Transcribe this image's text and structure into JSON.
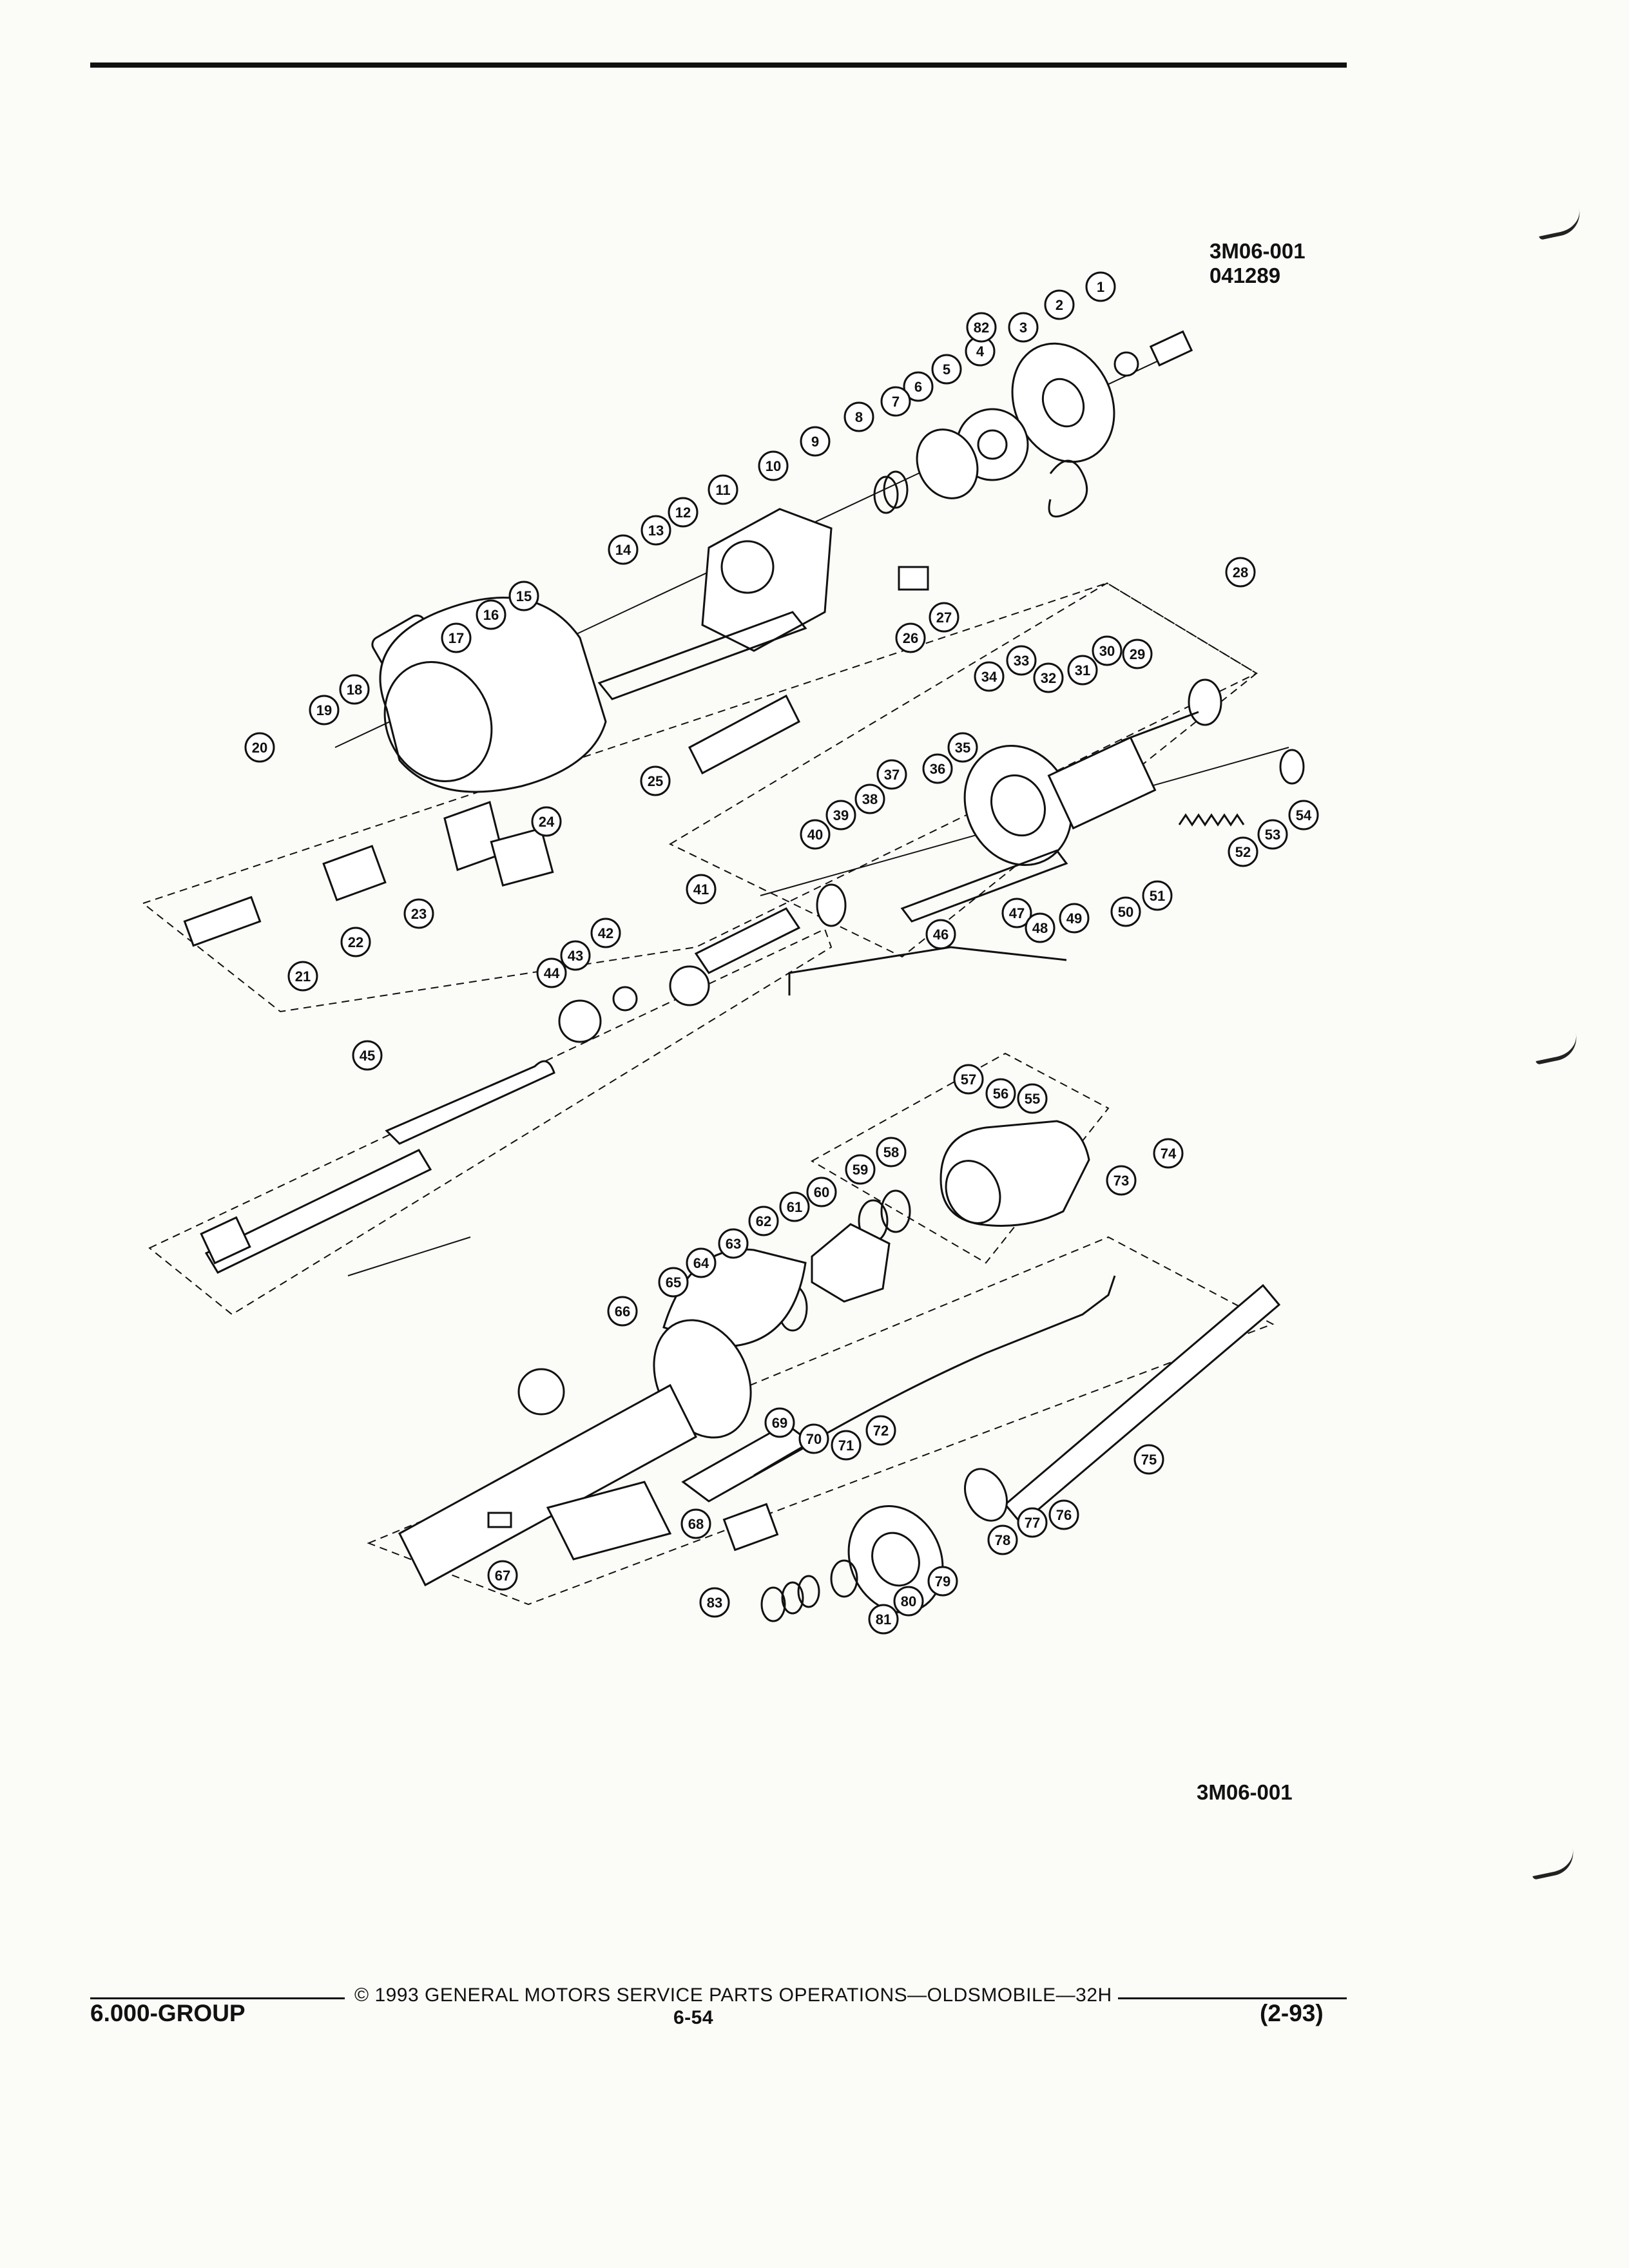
{
  "figure": {
    "code_top": "3M06-001",
    "date_code": "041289",
    "code_bottom": "3M06-001"
  },
  "callouts": [
    "1",
    "2",
    "3",
    "4",
    "5",
    "6",
    "7",
    "8",
    "9",
    "10",
    "11",
    "12",
    "13",
    "14",
    "15",
    "16",
    "17",
    "18",
    "19",
    "20",
    "21",
    "22",
    "23",
    "24",
    "25",
    "26",
    "27",
    "28",
    "29",
    "30",
    "31",
    "32",
    "33",
    "34",
    "35",
    "36",
    "37",
    "38",
    "39",
    "40",
    "41",
    "42",
    "43",
    "44",
    "45",
    "46",
    "47",
    "48",
    "49",
    "50",
    "51",
    "52",
    "53",
    "54",
    "55",
    "56",
    "57",
    "58",
    "59",
    "60",
    "61",
    "62",
    "63",
    "64",
    "65",
    "66",
    "67",
    "68",
    "69",
    "70",
    "71",
    "72",
    "73",
    "74",
    "75",
    "76",
    "77",
    "78",
    "79",
    "80",
    "81",
    "82",
    "83"
  ],
  "footer": {
    "copyright": "© 1993  GENERAL MOTORS SERVICE PARTS OPERATIONS—OLDSMOBILE—32H",
    "group": "6.000-GROUP",
    "page": "6-54",
    "revision": "(2-93)"
  }
}
